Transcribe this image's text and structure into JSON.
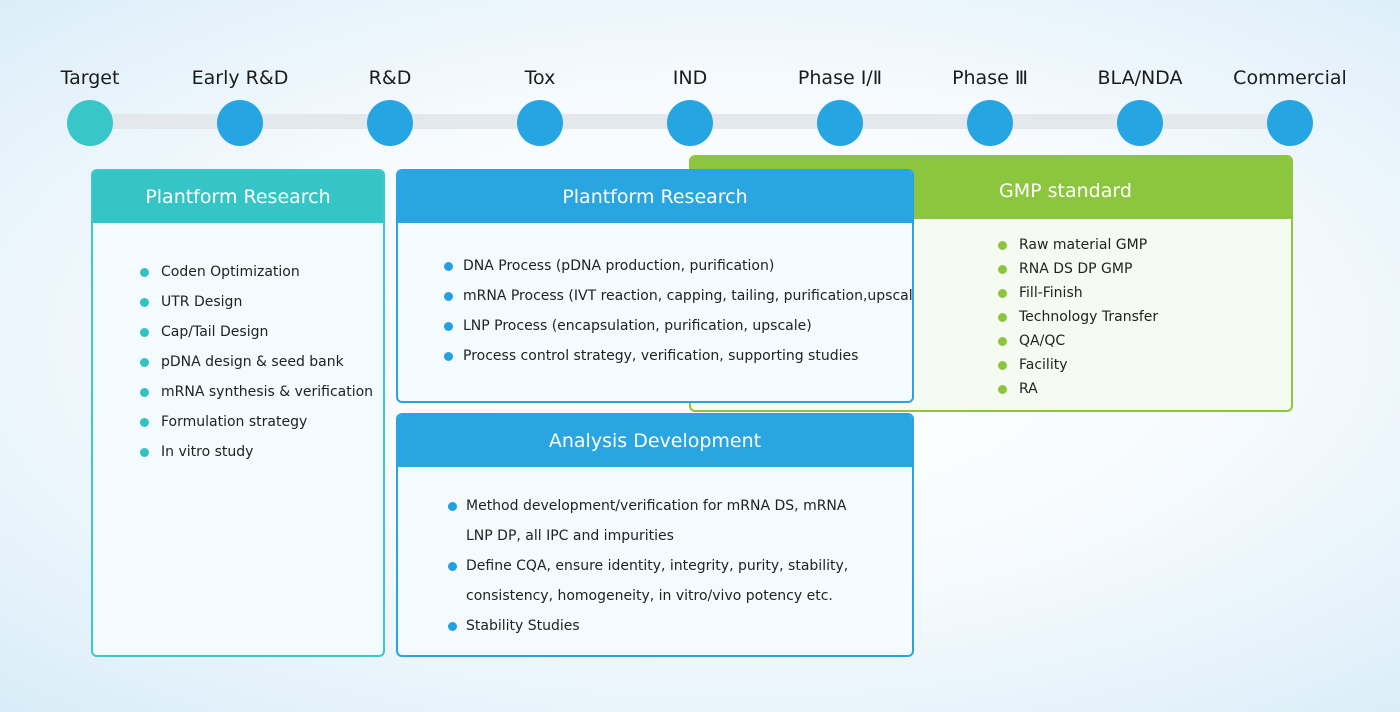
{
  "timeline": {
    "stages": [
      "Target",
      "Early R&D",
      "R&D",
      "Tox",
      "IND",
      "Phase Ⅰ/Ⅱ",
      "Phase Ⅲ",
      "BLA/NDA",
      "Commercial"
    ]
  },
  "cards": {
    "platform_left": {
      "title": "Plantform Research",
      "items": [
        "Coden Optimization",
        "UTR Design",
        "Cap/Tail Design",
        "pDNA design & seed bank",
        "mRNA synthesis & verification",
        "Formulation strategy",
        "In vitro study"
      ]
    },
    "platform_mid": {
      "title": "Plantform Research",
      "items": [
        "DNA Process (pDNA production, purification)",
        "mRNA Process (IVT reaction, capping, tailing, purification,upscale)",
        "LNP Process (encapsulation, purification, upscale)",
        "Process control strategy, verification, supporting studies"
      ]
    },
    "analysis": {
      "title": "Analysis Development",
      "items": [
        [
          "Method development/verification for mRNA DS, mRNA",
          "LNP DP, all IPC and impurities"
        ],
        [
          "Define CQA, ensure identity, integrity, purity, stability,",
          "consistency, homogeneity, in vitro/vivo potency etc."
        ],
        [
          "Stability Studies"
        ]
      ]
    },
    "gmp": {
      "title": "GMP standard",
      "items": [
        "Raw material GMP",
        "RNA DS DP GMP",
        "Fill-Finish",
        "Technology Transfer",
        "QA/QC",
        "Facility",
        "RA"
      ]
    }
  },
  "colors": {
    "teal": "#35c5c6",
    "blue": "#29a5e2",
    "green": "#8cc63e",
    "track": "#e3e8ec"
  }
}
